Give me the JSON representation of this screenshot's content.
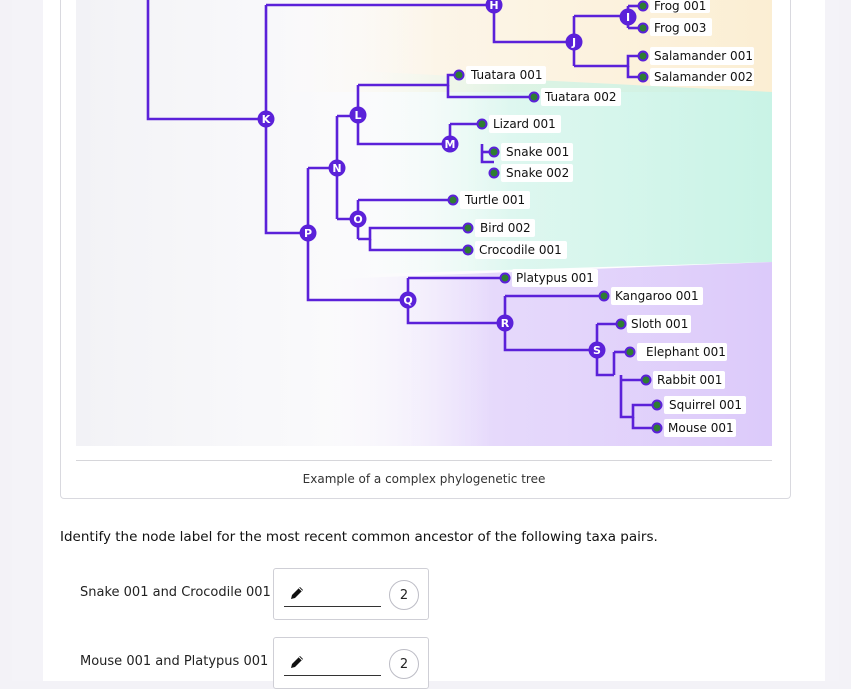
{
  "figure": {
    "caption": "Example of a complex phylogenetic tree"
  },
  "tree": {
    "taxa": [
      "Frog 001",
      "Frog 003",
      "Salamander 001",
      "Salamander 002",
      "Tuatara 001",
      "Tuatara 002",
      "Lizard 001",
      "Snake 001",
      "Snake 002",
      "Turtle 001",
      "Bird 002",
      "Crocodile 001",
      "Platypus 001",
      "Kangaroo 001",
      "Sloth 001",
      "Elephant 001",
      "Rabbit 001",
      "Squirrel 001",
      "Mouse 001"
    ],
    "nodes": [
      "H",
      "I",
      "J",
      "K",
      "L",
      "M",
      "N",
      "O",
      "P",
      "Q",
      "R",
      "S"
    ],
    "colors": {
      "branch": "#5b21d9",
      "tip": "#2e7d32",
      "amphibian_bg": "#fbeed3",
      "reptile_bg": "#c9f3e6",
      "mammal_bg": "#dccafa"
    }
  },
  "question": {
    "prompt": "Identify the node label for the most recent common ancestor of the following taxa pairs.",
    "items": [
      {
        "label": "Snake 001 and Crocodile 001",
        "points": "2",
        "value": ""
      },
      {
        "label": "Mouse 001 and Platypus 001",
        "points": "2",
        "value": ""
      }
    ]
  }
}
